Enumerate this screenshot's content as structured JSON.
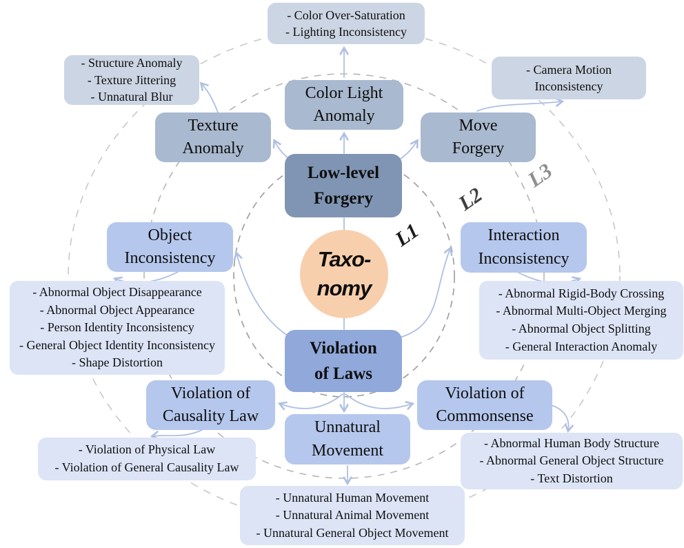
{
  "center": {
    "label": "Taxo-\nnomy"
  },
  "ring_labels": {
    "l1": "L1",
    "l2": "L2",
    "l3": "L3"
  },
  "level1": {
    "low_level_forgery": {
      "label": "Low-level\nForgery"
    },
    "violation_of_laws": {
      "label": "Violation\nof Laws"
    }
  },
  "level2": {
    "texture_anomaly": {
      "label": "Texture\nAnomaly"
    },
    "color_light_anomaly": {
      "label": "Color Light\nAnomaly"
    },
    "move_forgery": {
      "label": "Move\nForgery"
    },
    "object_inconsistency": {
      "label": "Object\nInconsistency"
    },
    "interaction_inconsistency": {
      "label": "Interaction\nInconsistency"
    },
    "violation_of_causality_law": {
      "label": "Violation of\nCausality Law"
    },
    "violation_of_commonsense": {
      "label": "Violation of\nCommonsense"
    },
    "unnatural_movement": {
      "label": "Unnatural\nMovement"
    }
  },
  "level3": {
    "texture_anomaly_leaves": {
      "items": [
        "- Structure Anomaly",
        "- Texture Jittering",
        "- Unnatural Blur"
      ]
    },
    "color_light_anomaly_leaves": {
      "items": [
        "- Color Over-Saturation",
        "- Lighting Inconsistency"
      ]
    },
    "move_forgery_leaves": {
      "items": [
        "- Camera Motion Inconsistency"
      ]
    },
    "object_inconsistency_leaves": {
      "items": [
        "- Abnormal Object Disappearance",
        "- Abnormal Object Appearance",
        "- Person Identity Inconsistency",
        "- General Object Identity Inconsistency",
        "- Shape Distortion"
      ]
    },
    "interaction_inconsistency_leaves": {
      "items": [
        "- Abnormal Rigid-Body Crossing",
        "- Abnormal Multi-Object Merging",
        "- Abnormal Object Splitting",
        "- General Interaction Anomaly"
      ]
    },
    "violation_of_causality_law_leaves": {
      "items": [
        "- Violation of Physical Law",
        "- Violation of General Causality Law"
      ]
    },
    "violation_of_commonsense_leaves": {
      "items": [
        "- Abnormal Human Body Structure",
        "- Abnormal General Object Structure",
        "- Text Distortion"
      ]
    },
    "unnatural_movement_leaves": {
      "items": [
        "- Unnatural Human Movement",
        "- Unnatural Animal Movement",
        "- Unnatural General Object Movement"
      ]
    }
  },
  "colors": {
    "center_circle": "#f8cfac",
    "level1_low_level": "#8095b3",
    "level1_violation": "#90a8da",
    "level2_top": "#a9b9cf",
    "level2_bottom": "#b5c7ec",
    "leaf_top": "#ccd5e3",
    "leaf_bottom": "#dce4f6",
    "arrow": "#aebfe2",
    "ring_l1": "#9b9b9b",
    "ring_l2": "#b5b5b5",
    "ring_l3": "#c8c8c8"
  }
}
